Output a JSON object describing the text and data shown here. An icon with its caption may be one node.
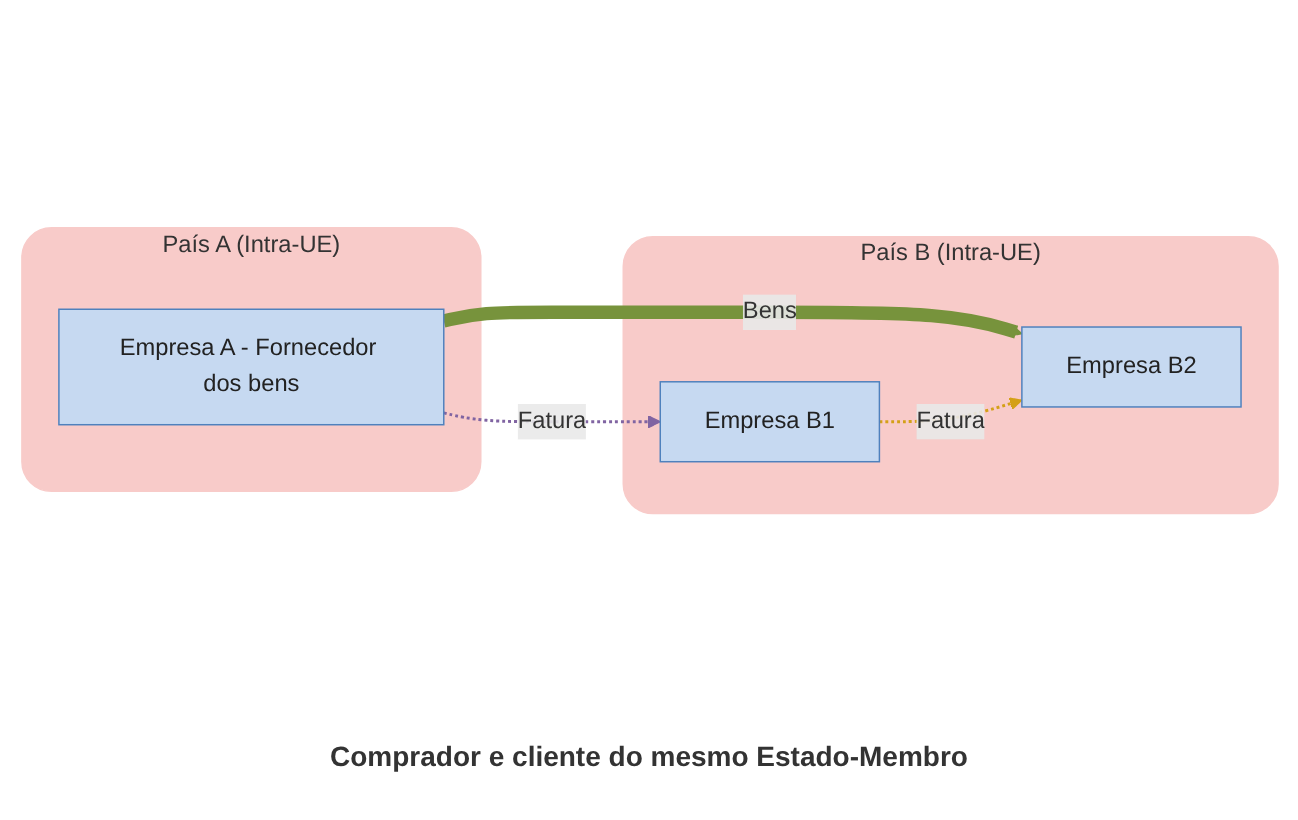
{
  "diagram": {
    "caption": "Comprador e cliente do mesmo Estado-Membro",
    "nodes": [
      {
        "text": [
          "País A (Intra-UE)"
        ]
      },
      {
        "text": [
          "Empresa A - Fornecedor dos bens"
        ],
        "in": 0
      },
      {
        "text": [
          "País B (Intra-UE)"
        ]
      },
      {
        "text": [
          "Empresa B1"
        ],
        "in": 2
      },
      {
        "text": [
          "Empresa B2"
        ],
        "in": 2
      }
    ],
    "edges": [
      {
        "from": 1,
        "to": 3,
        "arrow": "to",
        "label": "Fatura",
        "style": "dashed",
        "color": "#8064a2"
      },
      {
        "from": 1,
        "to": 4,
        "arrow": "to",
        "label": "Bens",
        "style": "thick",
        "color": "#77933c"
      },
      {
        "from": 3,
        "to": 4,
        "arrow": "to",
        "label": "Fatura",
        "style": "dashed",
        "color": "#d4a017"
      }
    ]
  }
}
